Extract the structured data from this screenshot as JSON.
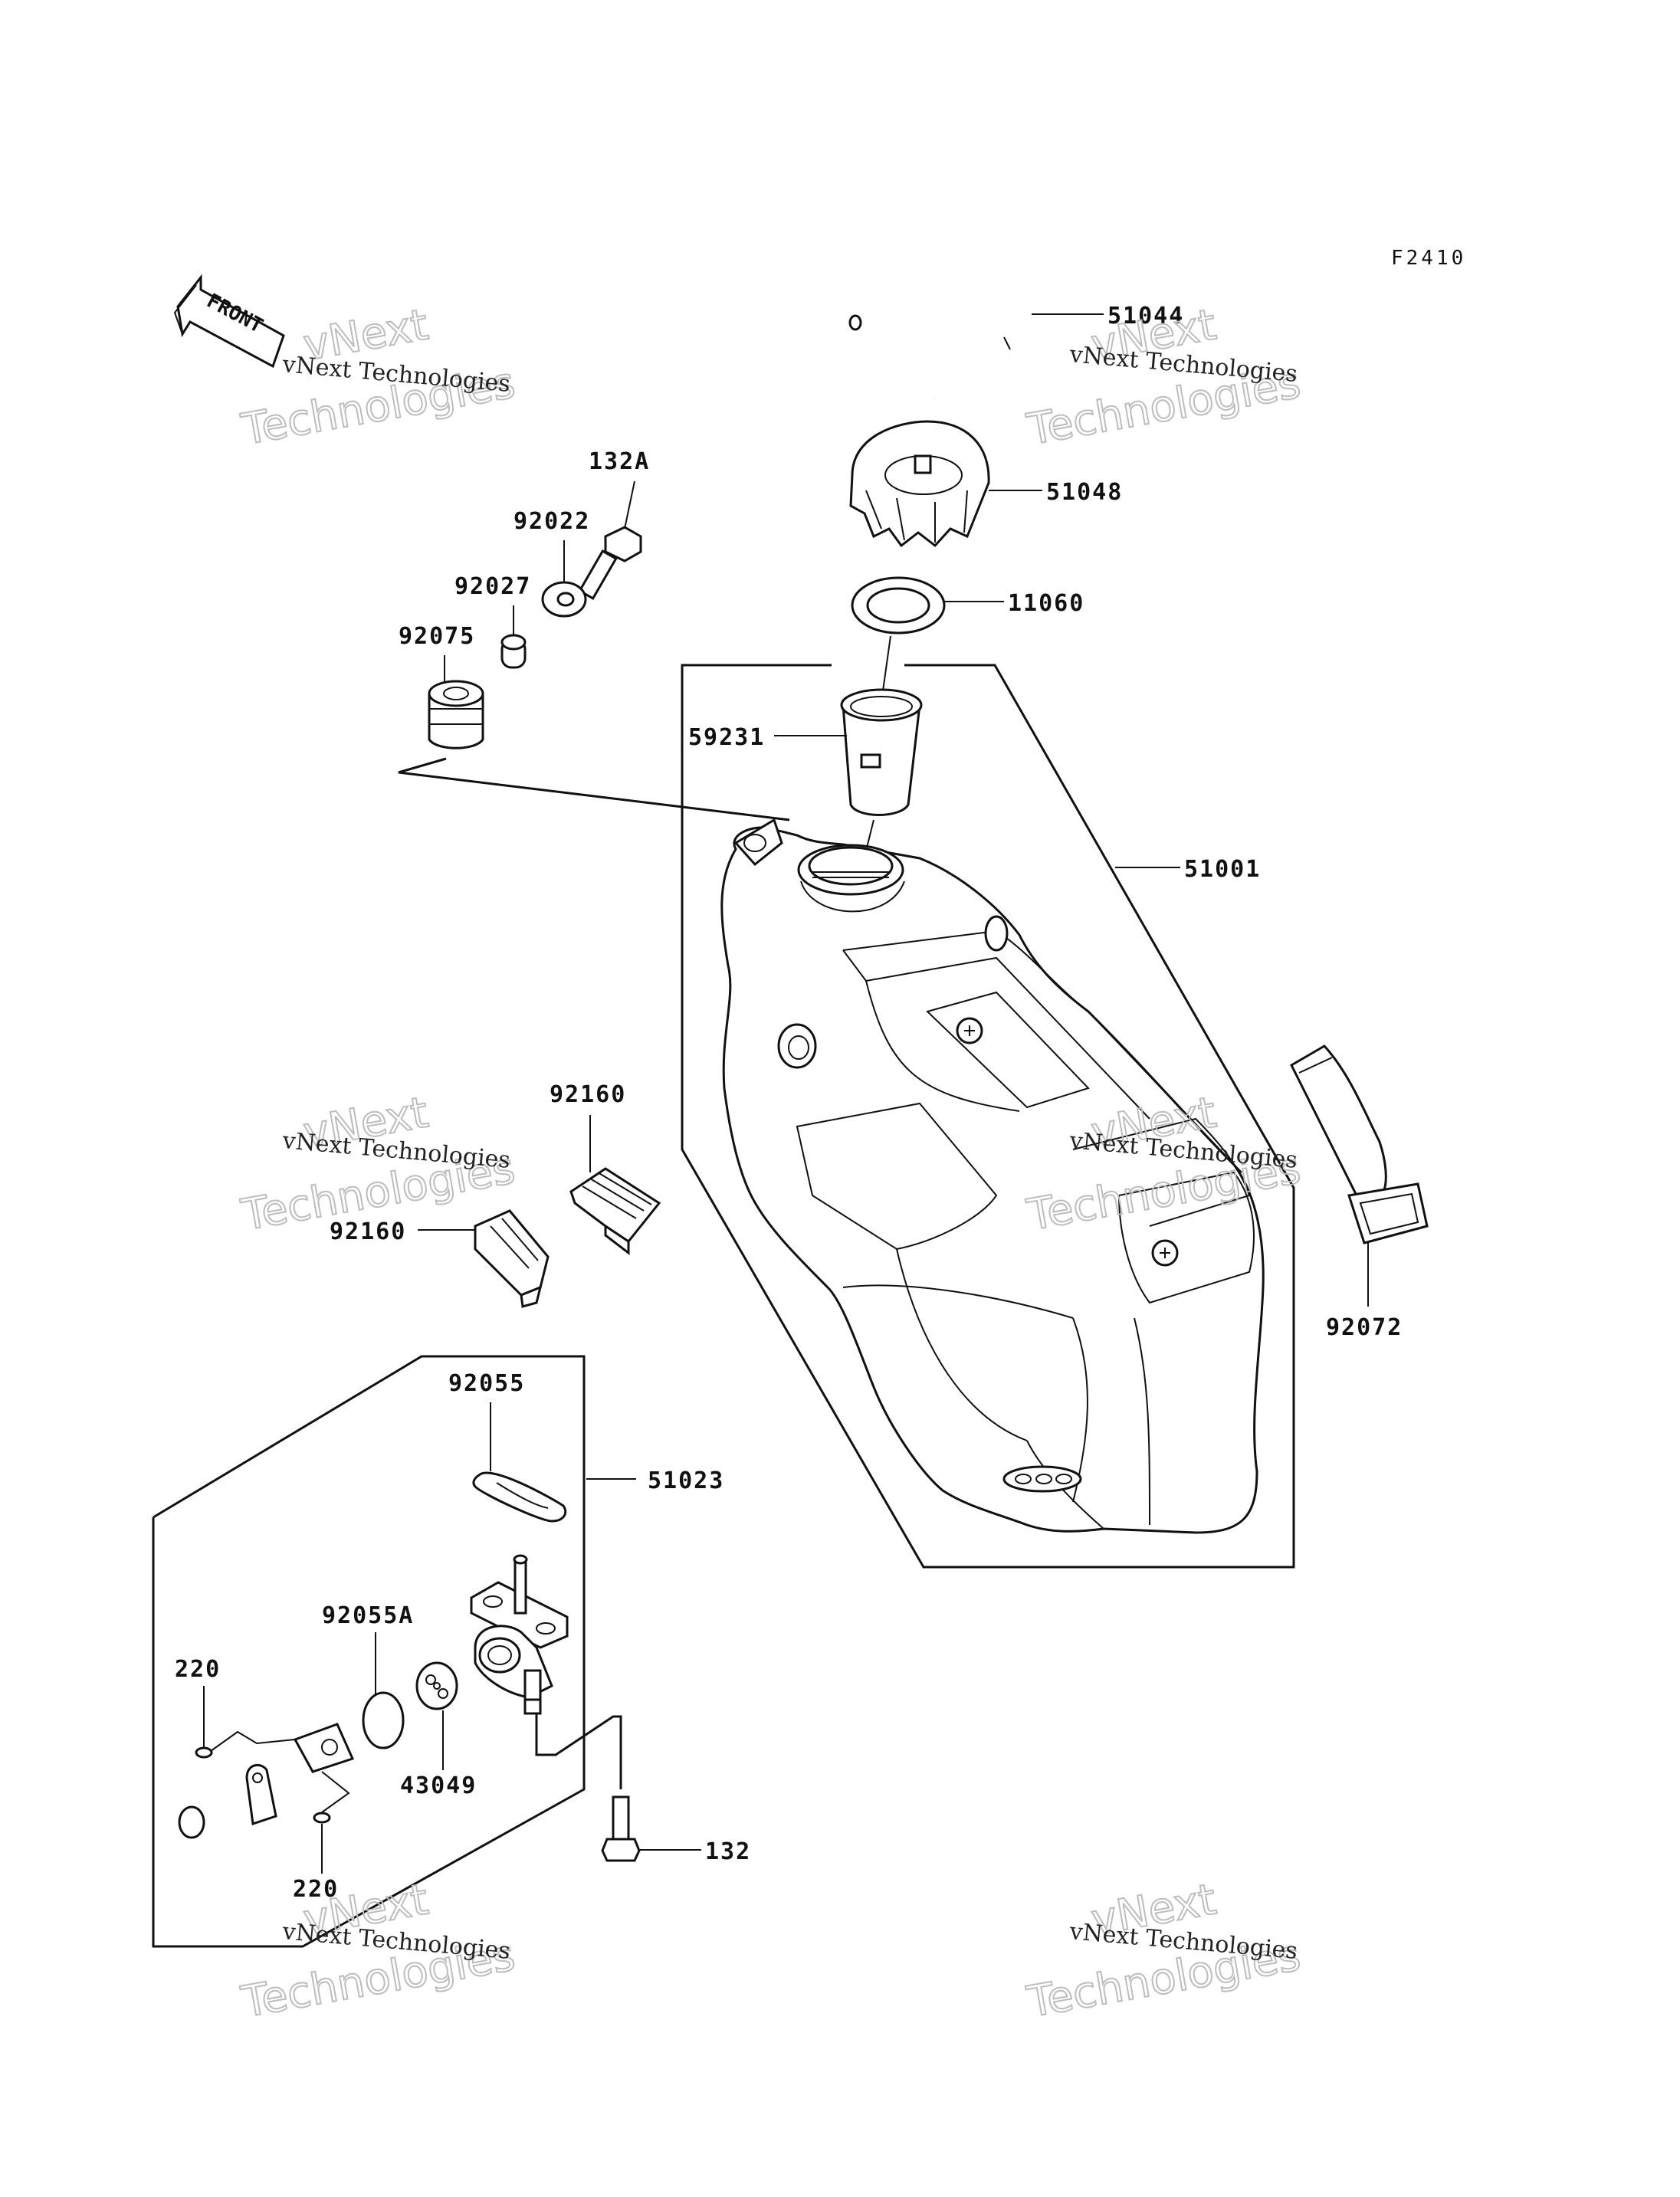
{
  "figure_code": "F2410",
  "front_label": "FRONT",
  "watermark": {
    "line1": "vNext Technologies",
    "line2": "vNext",
    "line3": "Technologies"
  },
  "parts": {
    "p51044": "51044",
    "p51048": "51048",
    "p11060": "11060",
    "p59231": "59231",
    "p51001": "51001",
    "p132A": "132A",
    "p92022": "92022",
    "p92027": "92027",
    "p92075": "92075",
    "p92160a": "92160",
    "p92160b": "92160",
    "p92072": "92072",
    "p92055": "92055",
    "p51023": "51023",
    "p92055A": "92055A",
    "p220a": "220",
    "p220b": "220",
    "p43049": "43049",
    "p132": "132"
  }
}
